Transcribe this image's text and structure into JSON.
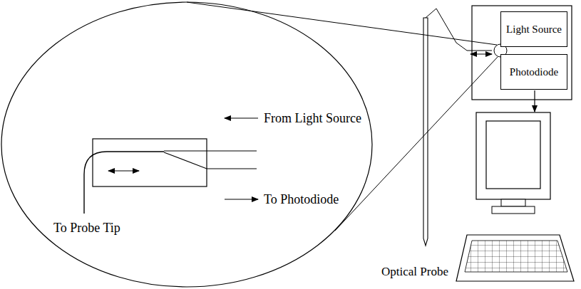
{
  "diagram": {
    "nodes": [
      {
        "text": [
          "Light Source"
        ]
      },
      {
        "text": [
          "Photodiode"
        ]
      }
    ],
    "labels": [
      "From Light Source",
      "To Photodiode",
      "To Probe Tip",
      "Optical Probe"
    ]
  }
}
